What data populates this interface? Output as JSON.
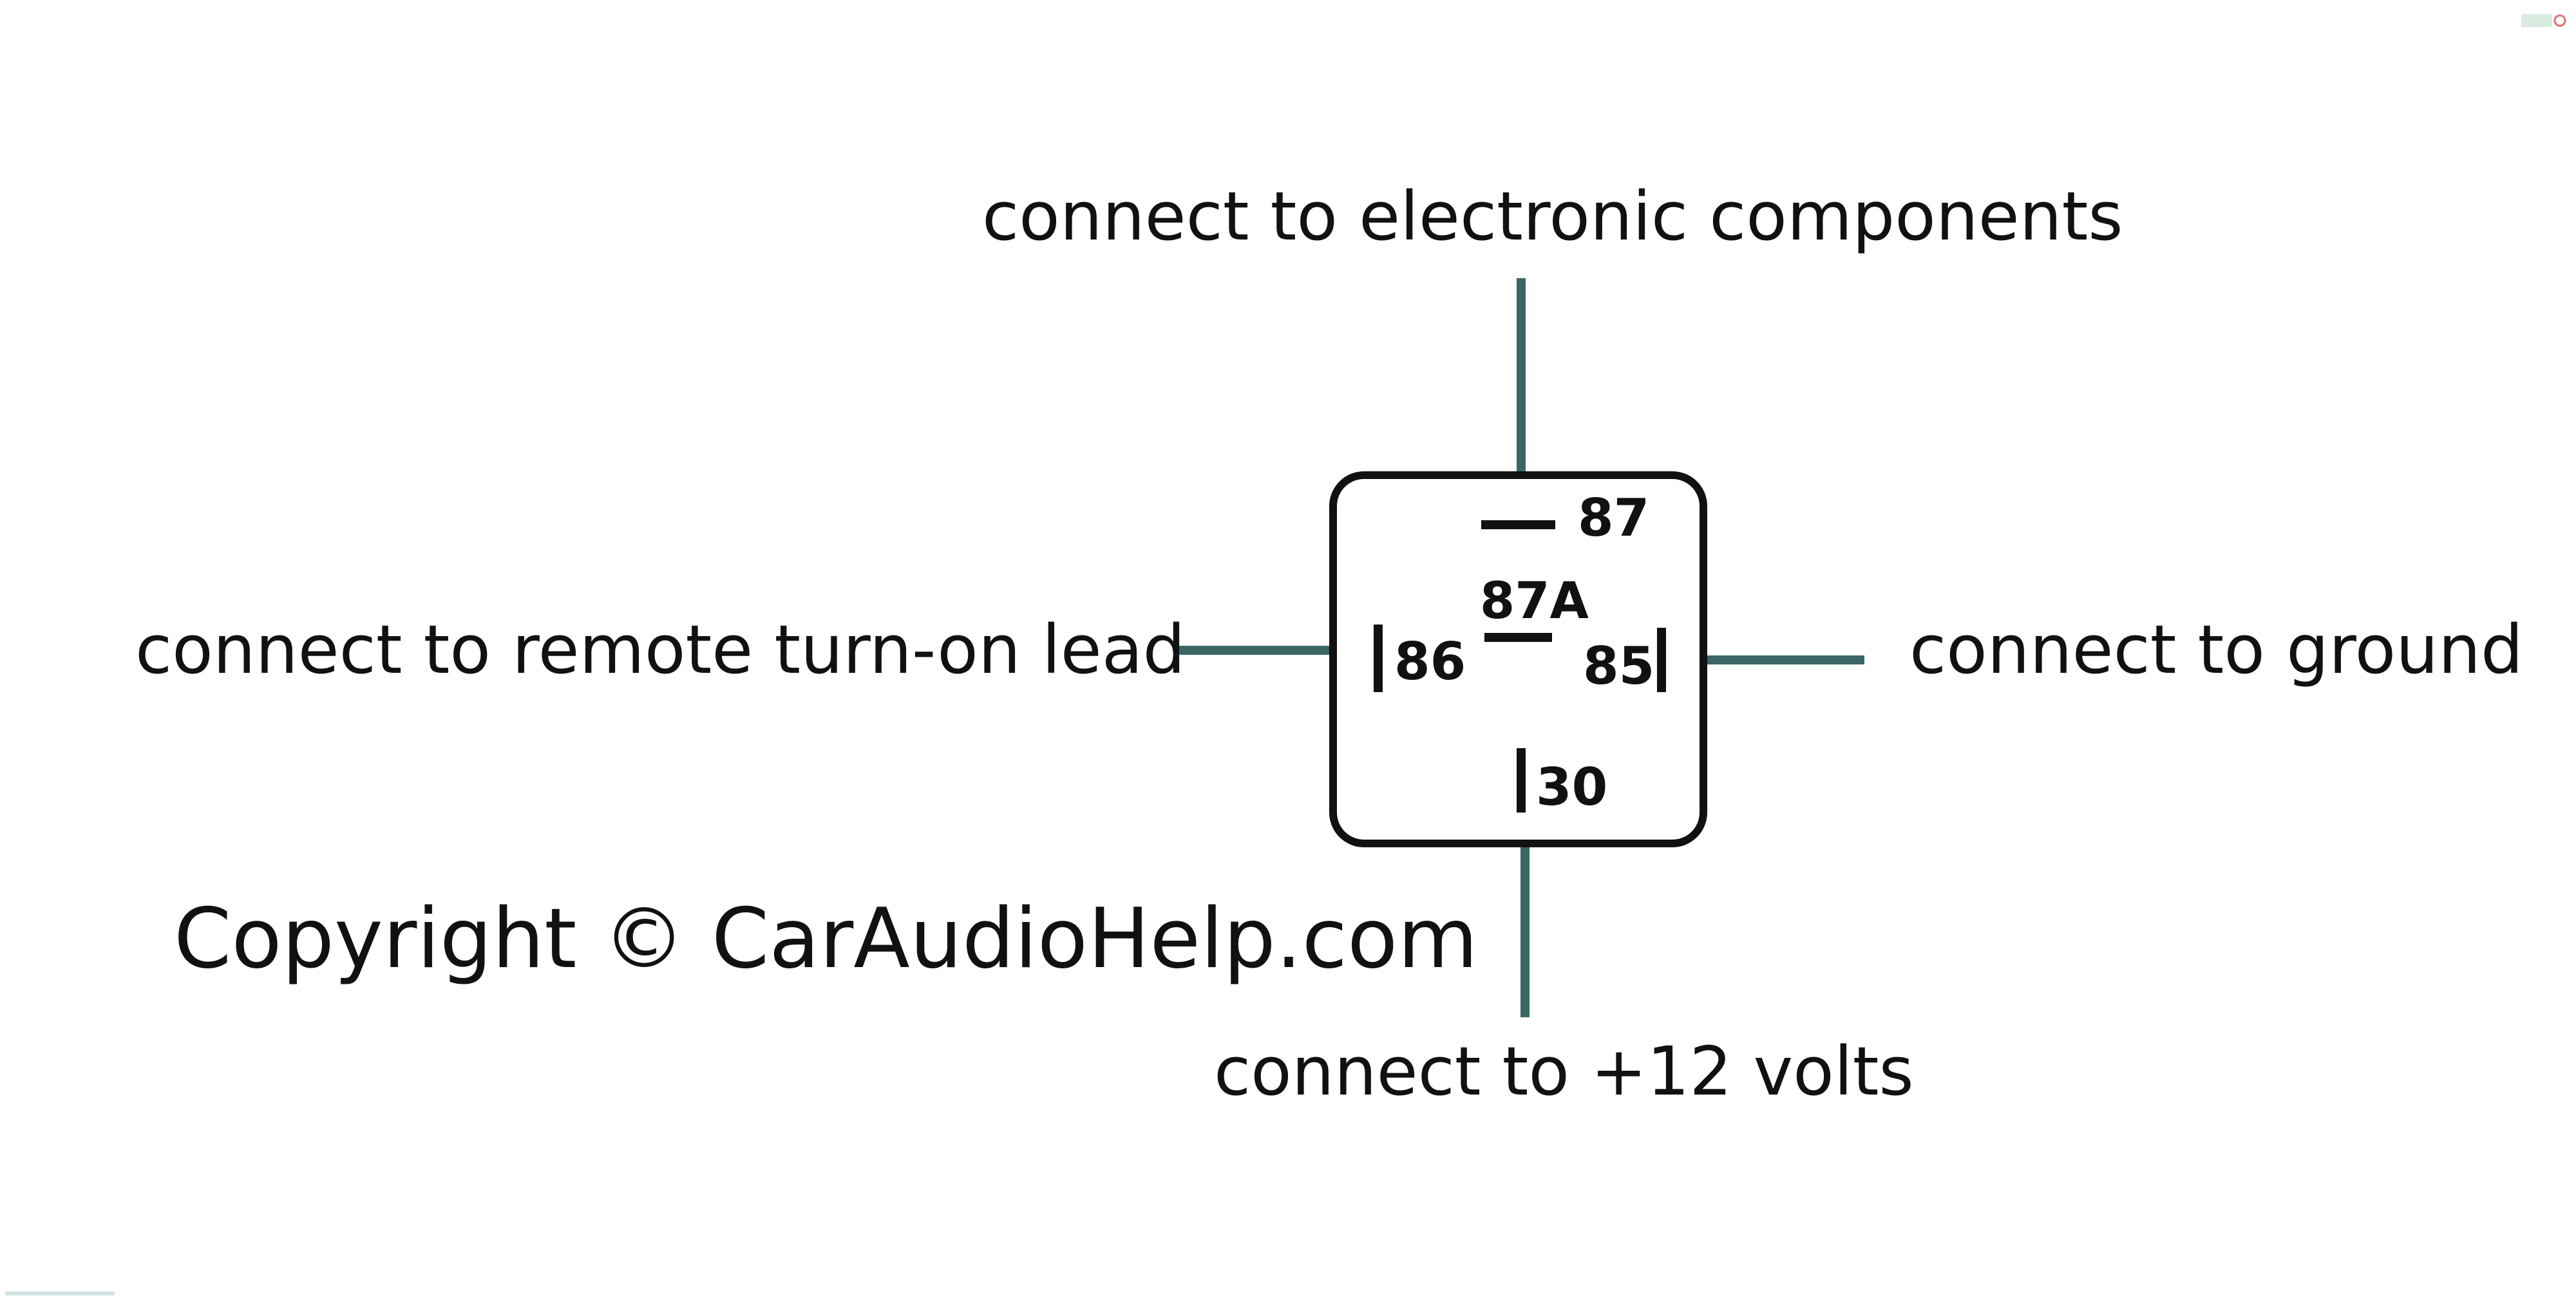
{
  "labels": {
    "top": "connect to electronic components",
    "left": "connect to remote turn-on lead",
    "right": "connect to ground",
    "bottom": "connect to +12 volts",
    "copyright": "Copyright © CarAudioHelp.com"
  },
  "pins": {
    "p87": "87",
    "p87a": "87A",
    "p86": "86",
    "p85": "85",
    "p30": "30"
  },
  "colors": {
    "wire": "#3a6666",
    "outline": "#111111",
    "background": "#ffffff"
  }
}
